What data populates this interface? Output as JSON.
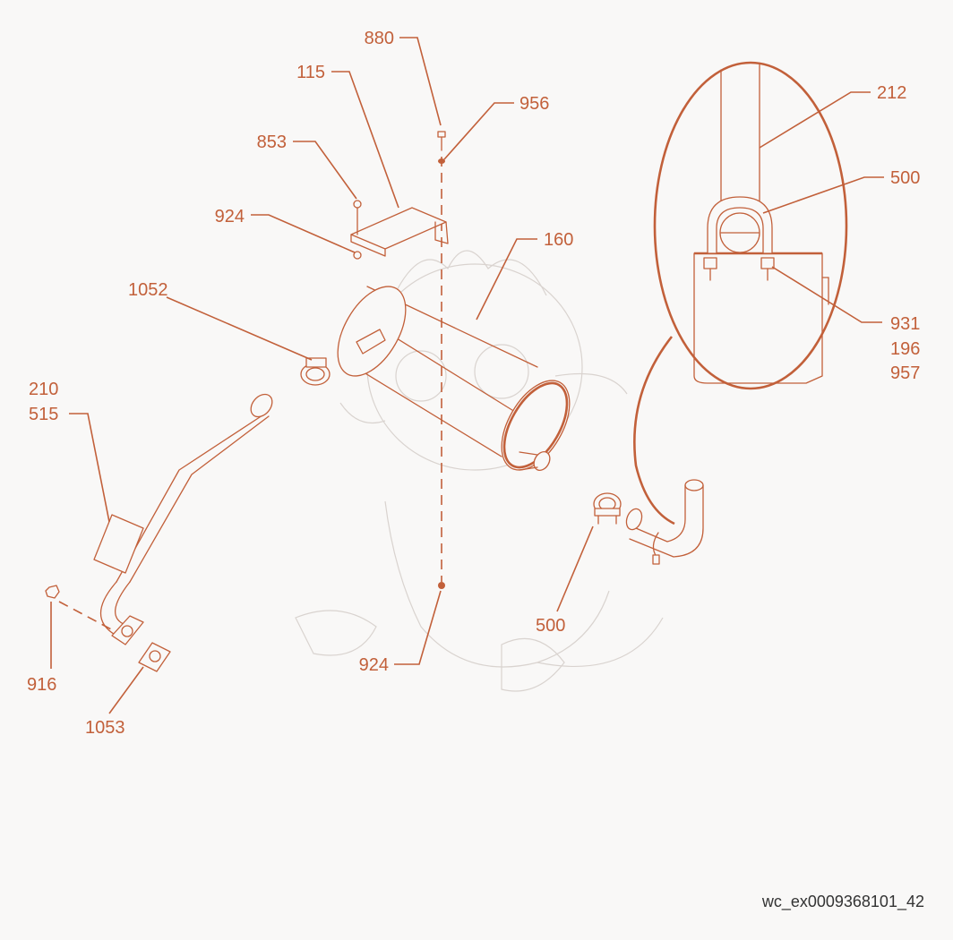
{
  "diagram": {
    "callouts": [
      {
        "key": "c880",
        "text": "880"
      },
      {
        "key": "c115",
        "text": "115"
      },
      {
        "key": "c956",
        "text": "956"
      },
      {
        "key": "c853",
        "text": "853"
      },
      {
        "key": "c924a",
        "text": "924"
      },
      {
        "key": "c160",
        "text": "160"
      },
      {
        "key": "c1052",
        "text": "1052"
      },
      {
        "key": "c210",
        "text": "210"
      },
      {
        "key": "c515",
        "text": "515"
      },
      {
        "key": "c916",
        "text": "916"
      },
      {
        "key": "c1053",
        "text": "1053"
      },
      {
        "key": "c924b",
        "text": "924"
      },
      {
        "key": "c500a",
        "text": "500"
      },
      {
        "key": "c212",
        "text": "212"
      },
      {
        "key": "c500b",
        "text": "500"
      },
      {
        "key": "c931",
        "text": "931"
      },
      {
        "key": "c196",
        "text": "196"
      },
      {
        "key": "c957",
        "text": "957"
      }
    ],
    "image_code": "wc_ex0009368101_42",
    "line_color": "#c2603a",
    "background_color": "#f9f8f7",
    "watermark": "faint baby dragon sketch"
  }
}
